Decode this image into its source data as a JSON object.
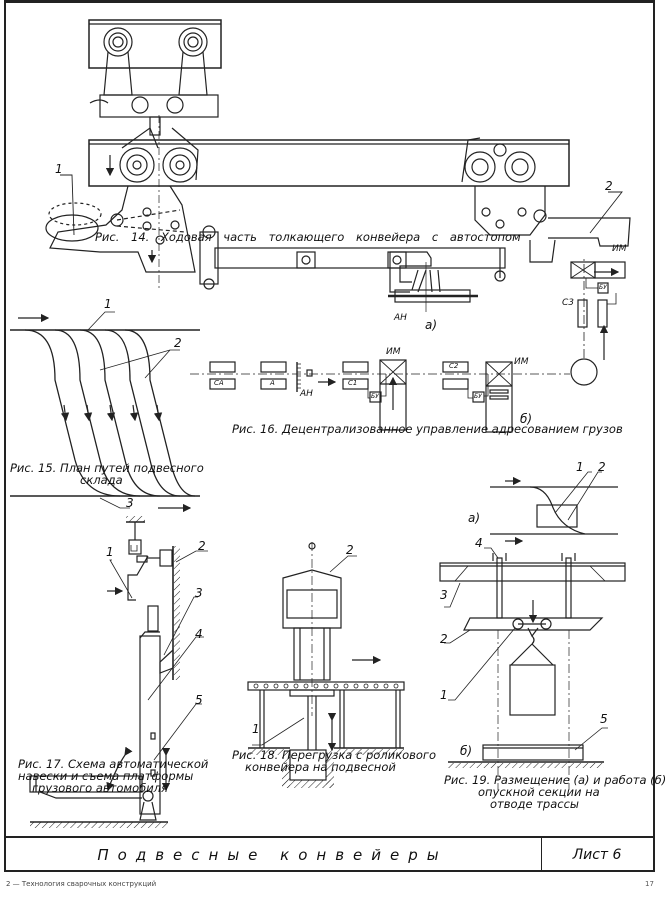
{
  "sheet": {
    "title": "Подвесные конвейеры",
    "sheet_label": "Лист 6"
  },
  "footer": {
    "left_text": "2 — Технология сварочных конструкций",
    "page_number": "17"
  },
  "figures": {
    "fig14": {
      "caption": "Рис. 14. Ходовая часть толкающего конвейера с автостопом",
      "labels": [
        "1",
        "2"
      ]
    },
    "fig15": {
      "caption_line1": "Рис. 15. План путей подвесного",
      "caption_line2": "склада",
      "labels": [
        "1",
        "2",
        "3"
      ]
    },
    "fig16": {
      "caption": "Рис. 16. Децентрализованное управление адресованием грузов",
      "sub_a": "а)",
      "sub_b": "б)",
      "labels": {
        "an_a": "АН",
        "an_b": "АН",
        "im1": "ИМ",
        "im2": "ИМ",
        "im3": "ИМ",
        "sa": "СА",
        "a": "А",
        "s1": "С1",
        "s2": "С2",
        "s3": "С3",
        "bu1": "БУ",
        "bu2": "БУ",
        "bu3": "БУ"
      }
    },
    "fig17": {
      "caption_line1": "Рис. 17. Схема автоматической",
      "caption_line2": "навески и съема платформы",
      "caption_line3": "грузового автомобиля",
      "labels": [
        "1",
        "2",
        "3",
        "4",
        "5"
      ]
    },
    "fig18": {
      "caption_line1": "Рис. 18. Перегрузка с роликового",
      "caption_line2": "конвейера на подвесной",
      "labels": [
        "1",
        "2"
      ]
    },
    "fig19": {
      "caption_line1": "Рис. 19. Размещение (а) и работа (б)",
      "caption_line2": "опускной секции на",
      "caption_line3": "отводе трассы",
      "sub_a": "а)",
      "sub_b": "б)",
      "labels": [
        "1",
        "2",
        "3",
        "4",
        "5",
        "1",
        "2"
      ]
    }
  }
}
